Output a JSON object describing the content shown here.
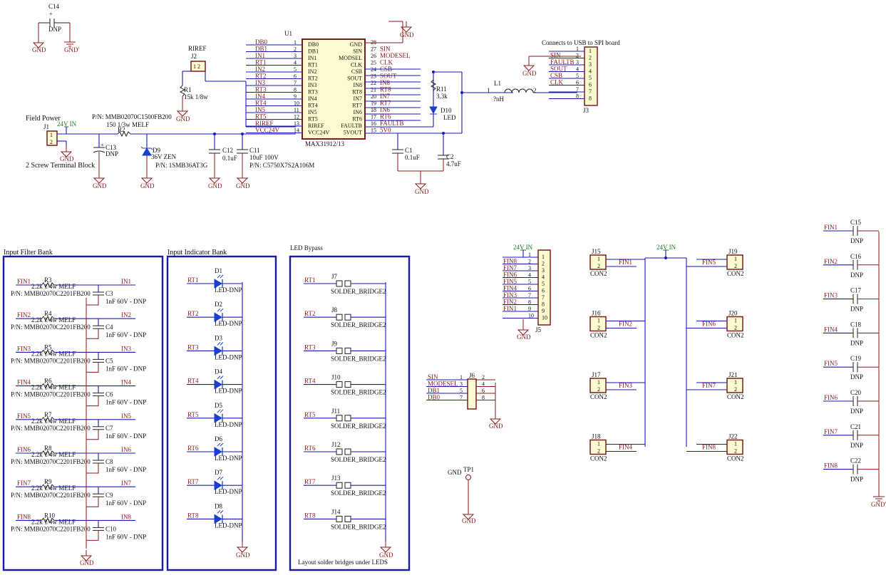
{
  "u1": {
    "ref": "U1",
    "part": "MAX31912/13",
    "left_pins": [
      {
        "net": "DB0",
        "num": "1",
        "name": "DB0"
      },
      {
        "net": "DB1",
        "num": "2",
        "name": "DB1"
      },
      {
        "net": "IN1",
        "num": "3",
        "name": "IN1"
      },
      {
        "net": "RT1",
        "num": "4",
        "name": "RT1"
      },
      {
        "net": "IN2",
        "num": "5",
        "name": "IN2"
      },
      {
        "net": "RT2",
        "num": "6",
        "name": "RT2"
      },
      {
        "net": "IN3",
        "num": "7",
        "name": "IN3"
      },
      {
        "net": "RT3",
        "num": "8",
        "name": "RT3"
      },
      {
        "net": "IN4",
        "num": "9",
        "name": "IN4"
      },
      {
        "net": "RT4",
        "num": "10",
        "name": "RT4"
      },
      {
        "net": "IN5",
        "num": "11",
        "name": "IN5"
      },
      {
        "net": "RT5",
        "num": "12",
        "name": "RT5"
      },
      {
        "net": "RIREF",
        "num": "13",
        "name": "RIREF"
      },
      {
        "net": "VCC24V",
        "num": "14",
        "name": "VCC24V"
      }
    ],
    "right_pins": [
      {
        "name": "GND",
        "num": "28",
        "net": ""
      },
      {
        "name": "SIN",
        "num": "27",
        "net": "SIN"
      },
      {
        "name": "MODSEL",
        "num": "26",
        "net": "MODESEL"
      },
      {
        "name": "CLK",
        "num": "25",
        "net": "CLK"
      },
      {
        "name": "CSB",
        "num": "24",
        "net": "CSB"
      },
      {
        "name": "SOUT",
        "num": "23",
        "net": "SOUT"
      },
      {
        "name": "IN8",
        "num": "22",
        "net": "IN8"
      },
      {
        "name": "RT8",
        "num": "21",
        "net": "RT8"
      },
      {
        "name": "IN7",
        "num": "20",
        "net": "IN7"
      },
      {
        "name": "RT7",
        "num": "19",
        "net": "RT7"
      },
      {
        "name": "IN6",
        "num": "18",
        "net": "IN6"
      },
      {
        "name": "RT6",
        "num": "17",
        "net": "RT6"
      },
      {
        "name": "FAULTB",
        "num": "16",
        "net": "FAULTB"
      },
      {
        "name": "5VOUT",
        "num": "15",
        "net": "5V0"
      }
    ]
  },
  "power": {
    "c14": "C14",
    "c14_val": "DNP",
    "c14_plus": "+",
    "gnd": "GND",
    "gnd_prime": "GND'",
    "field_power": "Field Power",
    "j1": "J1",
    "j1_p1": "1",
    "j1_p2": "2",
    "net_24v": "24V IN",
    "terminal": "2 Screw Terminal Block",
    "r2_pn": "P/N: MMB02070C1500FB200",
    "r2_val": "150 1/3w MELF",
    "r2": "R2",
    "c13": "C13",
    "c13_val": "DNP",
    "c13_plus": "+",
    "d9": "D9",
    "d9_val": "36V ZEN",
    "d9_pn": "P/N: 1SMB36AT3G",
    "c12": "C12",
    "c12_val": "0.1uF",
    "c11": "C11",
    "c11_val": "10uF 100V",
    "c11_pn": "P/N: C5750X7S2A106M",
    "riref": "RIREF",
    "j2": "J2",
    "j2_pins": "1 2",
    "r1": "R1",
    "r1_val": "15k 1/8w",
    "r11": "R11",
    "r11_val": "3.3k",
    "d10": "D10",
    "d10_val": "LED",
    "l1": "L1",
    "l1_val": "?nH",
    "l1_p1": "1",
    "l1_p2": "2",
    "c1": "C1",
    "c1_val": "0.1uF",
    "c2": "C2",
    "c2_val": "4.7uF"
  },
  "j3": {
    "title": "Connects to USB to SPI board",
    "ref": "J3",
    "rows": [
      {
        "net": "",
        "num": "1",
        "pin": "1"
      },
      {
        "net": "SIN",
        "num": "2",
        "pin": "2"
      },
      {
        "net": "FAULTB",
        "num": "3",
        "pin": "3"
      },
      {
        "net": "SOUT",
        "num": "4",
        "pin": "4"
      },
      {
        "net": "CSB",
        "num": "5",
        "pin": "5"
      },
      {
        "net": "CLK",
        "num": "6",
        "pin": "6"
      },
      {
        "net": "",
        "num": "7",
        "pin": "7"
      },
      {
        "net": "",
        "num": "8",
        "pin": "8"
      }
    ]
  },
  "filter_bank": {
    "title": "Input Filter Bank",
    "rows": [
      {
        "fin": "FIN1",
        "r": "R3",
        "rval": "2.2k 1/4w MELF",
        "pn": "P/N: MMB02070C2201FB200",
        "c": "C3",
        "cval": "1nF 60V - DNP",
        "in": "IN1"
      },
      {
        "fin": "FIN2",
        "r": "R4",
        "rval": "2.2k 1/4w MELF",
        "pn": "P/N: MMB02070C2201FB200",
        "c": "C4",
        "cval": "1nF 60V - DNP",
        "in": "IN2"
      },
      {
        "fin": "FIN3",
        "r": "R5",
        "rval": "2.2k 1/4w MELF",
        "pn": "P/N: MMB02070C2201FB200",
        "c": "C5",
        "cval": "1nF 60V - DNP",
        "in": "IN3"
      },
      {
        "fin": "FIN4",
        "r": "R6",
        "rval": "2.2k 1/4w MELF",
        "pn": "P/N: MMB02070C2201FB200",
        "c": "C6",
        "cval": "1nF 60V - DNP",
        "in": "IN4"
      },
      {
        "fin": "FIN5",
        "r": "R7",
        "rval": "2.2k 1/4w MELF",
        "pn": "P/N: MMB02070C2201FB200",
        "c": "C7",
        "cval": "1nF 60V - DNP",
        "in": "IN5"
      },
      {
        "fin": "FIN6",
        "r": "R8",
        "rval": "2.2k 1/4w MELF",
        "pn": "P/N: MMB02070C2201FB200",
        "c": "C8",
        "cval": "1nF 60V - DNP",
        "in": "IN6"
      },
      {
        "fin": "FIN7",
        "r": "R9",
        "rval": "2.2k 1/4w MELF",
        "pn": "P/N: MMB02070C2201FB200",
        "c": "C9",
        "cval": "1nF 60V - DNP",
        "in": "IN7"
      },
      {
        "fin": "FIN8",
        "r": "R10",
        "rval": "2.2k 1/4w MELF",
        "pn": "P/N: MMB02070C2201FB200",
        "c": "C10",
        "cval": "1nF 60V - DNP",
        "in": "IN8"
      }
    ],
    "gnd": "GND"
  },
  "indicator_bank": {
    "title": "Input Indicator Bank",
    "rows": [
      {
        "rt": "RT1",
        "d": "D1",
        "val": "LED-DNP"
      },
      {
        "rt": "RT2",
        "d": "D2",
        "val": "LED-DNP"
      },
      {
        "rt": "RT3",
        "d": "D3",
        "val": "LED-DNP"
      },
      {
        "rt": "RT4",
        "d": "D4",
        "val": "LED-DNP"
      },
      {
        "rt": "RT5",
        "d": "D5",
        "val": "LED-DNP"
      },
      {
        "rt": "RT6",
        "d": "D6",
        "val": "LED-DNP"
      },
      {
        "rt": "RT7",
        "d": "D7",
        "val": "LED-DNP"
      },
      {
        "rt": "RT8",
        "d": "D8",
        "val": "LED-DNP"
      }
    ],
    "gnd": "GND"
  },
  "bypass": {
    "title": "LED Bypass",
    "rows": [
      {
        "rt": "RT1",
        "j": "J7",
        "val": "SOLDER_BRIDGE2"
      },
      {
        "rt": "RT2",
        "j": "J8",
        "val": "SOLDER_BRIDGE2"
      },
      {
        "rt": "RT3",
        "j": "J9",
        "val": "SOLDER_BRIDGE2"
      },
      {
        "rt": "RT4",
        "j": "J10",
        "val": "SOLDER_BRIDGE2"
      },
      {
        "rt": "RT5",
        "j": "J11",
        "val": "SOLDER_BRIDGE2"
      },
      {
        "rt": "RT6",
        "j": "J12",
        "val": "SOLDER_BRIDGE2"
      },
      {
        "rt": "RT7",
        "j": "J13",
        "val": "SOLDER_BRIDGE2"
      },
      {
        "rt": "RT8",
        "j": "J14",
        "val": "SOLDER_BRIDGE2"
      }
    ],
    "gnd": "GND",
    "note": "Layout solder bridges under LEDS"
  },
  "j5": {
    "ref": "J5",
    "net_24v": "24V IN",
    "gnd": "GND",
    "rows": [
      {
        "net": "",
        "num": "1",
        "pin": "1"
      },
      {
        "net": "FIN8",
        "num": "2",
        "pin": "2"
      },
      {
        "net": "FIN7",
        "num": "3",
        "pin": "3"
      },
      {
        "net": "FIN6",
        "num": "4",
        "pin": "4"
      },
      {
        "net": "FIN5",
        "num": "5",
        "pin": "5"
      },
      {
        "net": "FIN4",
        "num": "6",
        "pin": "6"
      },
      {
        "net": "FIN3",
        "num": "7",
        "pin": "7"
      },
      {
        "net": "FIN2",
        "num": "8",
        "pin": "8"
      },
      {
        "net": "FIN1",
        "num": "9",
        "pin": "9"
      },
      {
        "net": "",
        "num": "10",
        "pin": "10"
      }
    ]
  },
  "j6": {
    "ref": "J6",
    "gnd": "GND",
    "rows": [
      {
        "net": "SIN",
        "lnum": "1",
        "rnum": "2"
      },
      {
        "net": "MODESEL",
        "lnum": "3",
        "rnum": "4"
      },
      {
        "net": "DB1",
        "lnum": "5",
        "rnum": "6"
      },
      {
        "net": "DB0",
        "lnum": "7",
        "rnum": "8"
      }
    ]
  },
  "tp1": {
    "ref": "TP1",
    "gnd_label": "GND",
    "gnd": "GND"
  },
  "con_bank": {
    "net_24v": "24V IN",
    "left": [
      {
        "ref": "J15",
        "fin": "FIN1",
        "val": "CON2"
      },
      {
        "ref": "J16",
        "fin": "FIN2",
        "val": "CON2"
      },
      {
        "ref": "J17",
        "fin": "FIN3",
        "val": "CON2"
      },
      {
        "ref": "J18",
        "fin": "FIN4",
        "val": "CON2"
      }
    ],
    "right": [
      {
        "ref": "J19",
        "fin": "FIN5",
        "val": "CON2"
      },
      {
        "ref": "J20",
        "fin": "FIN6",
        "val": "CON2"
      },
      {
        "ref": "J21",
        "fin": "FIN7",
        "val": "CON2"
      },
      {
        "ref": "J22",
        "fin": "FIN8",
        "val": "CON2"
      }
    ],
    "pin1": "1",
    "pin2": "2"
  },
  "cap_bank": {
    "rows": [
      {
        "fin": "FIN1",
        "c": "C15",
        "val": "DNP"
      },
      {
        "fin": "FIN2",
        "c": "C16",
        "val": "DNP"
      },
      {
        "fin": "FIN3",
        "c": "C17",
        "val": "DNP"
      },
      {
        "fin": "FIN4",
        "c": "C18",
        "val": "DNP"
      },
      {
        "fin": "FIN5",
        "c": "C19",
        "val": "DNP"
      },
      {
        "fin": "FIN6",
        "c": "C20",
        "val": "DNP"
      },
      {
        "fin": "FIN7",
        "c": "C21",
        "val": "DNP"
      },
      {
        "fin": "FIN8",
        "c": "C22",
        "val": "DNP"
      }
    ],
    "gnd": "GND'"
  }
}
